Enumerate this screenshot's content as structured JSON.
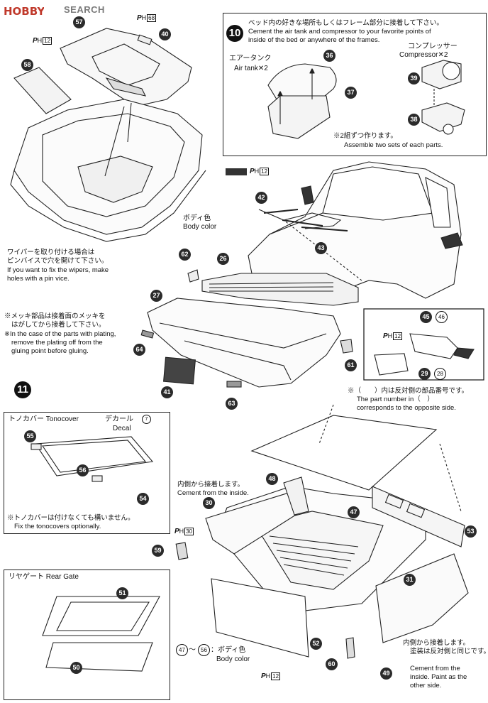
{
  "watermark": {
    "logo": "HOBBY",
    "text": "SEARCH"
  },
  "step10": {
    "number": "10",
    "jp": "ベッド内の好きな場所もしくはフレーム部分に接着して下さい。",
    "en1": "Cement the air tank and compressor to your favorite points of",
    "en2": "inside of the bed or anywhere of the frames.",
    "airtank_jp": "エアータンク",
    "airtank_en": "Air tank✕2",
    "compressor_jp": "コンプレッサー",
    "compressor_en": "Compressor✕2",
    "note_jp": "※2組ずつ作ります。",
    "note_en": "Assemble two sets of each parts."
  },
  "step11": {
    "number": "11"
  },
  "body_color": {
    "jp": "ボディ色",
    "en": "Body color"
  },
  "wiper_note": {
    "jp1": "ワイパーを取り付ける場合は",
    "jp2": "ピンバイスで穴を開けて下さい。",
    "en1": "If you want to fix the wipers, make",
    "en2": "holes with a pin vice."
  },
  "plating_note": {
    "jp1": "※メッキ部品は接着面のメッキを",
    "jp2": "はがしてから接着して下さい。",
    "en1": "※In the case of the parts with plating,",
    "en2": "remove the plating off from the",
    "en3": "gluing point before gluing."
  },
  "opposite_note": {
    "jp": "※（　　）内は反対側の部品番号です。",
    "en1": "The part number in（　）",
    "en2": "corresponds to the opposite side."
  },
  "tonocover": {
    "title": "トノカバー Tonocover",
    "decal_jp": "デカール",
    "decal_num": "7",
    "decal_en": "Decal",
    "note_jp": "※トノカバーは付けなくても構いません。",
    "note_en": "Fix the tonocovers optionally."
  },
  "rear_gate": {
    "title": "リヤゲート Rear Gate"
  },
  "cement_inside": {
    "jp": "内側から接着します。",
    "en": "Cement from the inside."
  },
  "cement_paint": {
    "jp1": "内側から接着します。",
    "jp2": "塗装は反対側と同じです。",
    "en1": "Cement from the",
    "en2": "inside. Paint as the",
    "en3": "other side."
  },
  "bed_color": {
    "range_a": "47",
    "range_sep": "〜",
    "range_b": "56",
    "jp": "：ボディ色",
    "en": "Body color"
  },
  "ph_labels": {
    "p68": "68",
    "p12": "12",
    "p30": "30"
  },
  "paint_chip": "12",
  "parts": {
    "p57": "57",
    "p40": "40",
    "p58": "58",
    "p36": "36",
    "p37": "37",
    "p39": "39",
    "p38": "38",
    "p42": "42",
    "p43": "43",
    "p62": "62",
    "p26": "26",
    "p27": "27",
    "p45": "45",
    "p46": "46",
    "p29": "29",
    "p28": "28",
    "p64": "64",
    "p41": "41",
    "p63": "63",
    "p61": "61",
    "p55": "55",
    "p56": "56",
    "p54": "54",
    "p48": "48",
    "p30": "30",
    "p47": "47",
    "p53": "53",
    "p59": "59",
    "p31": "31",
    "p51": "51",
    "p50": "50",
    "p52": "52",
    "p60": "60",
    "p49": "49"
  }
}
